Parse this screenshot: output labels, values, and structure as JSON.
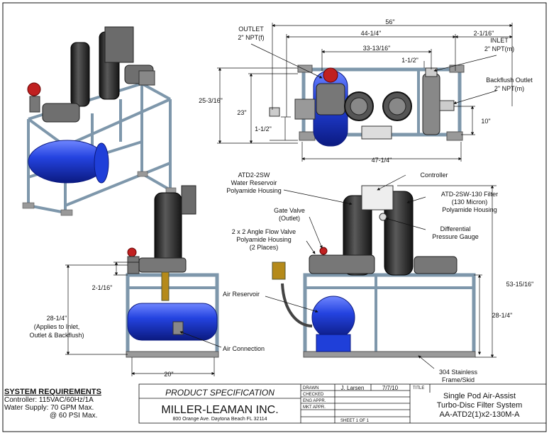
{
  "dimensions": {
    "top_overall": "56\"",
    "top_44": "44-1/4\"",
    "top_33": "33-13/16\"",
    "top_2116": "2-1/16\"",
    "top_112_a": "1-1/2\"",
    "left_25": "25-3/16\"",
    "left_23": "23\"",
    "left_112_b": "1-1/2\"",
    "right_10": "10\"",
    "bottom_47": "47-1/4\"",
    "side_2116": "2-1/16\"",
    "side_28": "28-1/4\"",
    "side_applies": [
      "(Applies to Inlet,",
      "Outlet & Backflush)"
    ],
    "side_20": "20\"",
    "front_53": "53-15/16\"",
    "front_28": "28-1/4\""
  },
  "callouts": {
    "outlet": [
      "OUTLET",
      "2\" NPT(f)"
    ],
    "inlet": [
      "INLET",
      "2\" NPT(m)"
    ],
    "backflush": [
      "Backflush Outlet",
      "2\" NPT(m)"
    ],
    "atd2sw": [
      "ATD2-2SW",
      "Water Reservoir",
      "Polyamide Housing"
    ],
    "controller": "Controller",
    "filter": [
      "ATD-2SW-130 Filter",
      "(130 Micron)",
      "Polyamide Housing"
    ],
    "gate_valve": [
      "Gate Valve",
      "(Outlet)"
    ],
    "angle_valve": [
      "2 x 2 Angle Flow Valve",
      "Polyamide Housing",
      "(2 Places)"
    ],
    "diff_gauge": [
      "Differential",
      "Pressure Gauge"
    ],
    "air_reservoir": "Air Reservoir",
    "air_connection": "Air Connection",
    "frame": [
      "304 Stainless",
      "Frame/Skid"
    ]
  },
  "system_requirements": {
    "title": "SYSTEM REQUIREMENTS",
    "lines": [
      "Controller: 115VAC/60Hz/1A",
      "Water Supply: 70 GPM Max.",
      "@ 60 PSI Max."
    ]
  },
  "title_block": {
    "product_spec": "PRODUCT SPECIFICATION",
    "company": "MILLER-LEAMAN INC.",
    "address": "800 Orange Ave. Daytona Beach FL 32114",
    "drawn_label": "DRAWN",
    "drawn_by": "J. Larsen",
    "drawn_date": "7/7/10",
    "checked_label": "CHECKED",
    "eng_label": "ENG APPR.",
    "mkt_label": "MKT APPR.",
    "sheet": "SHEET 1 OF 1",
    "title_label": "TITLE",
    "title": [
      "Single Pod Air-Assist",
      "Turbo-Disc Filter System",
      "AA-ATD2(1)x2-130M-A"
    ]
  },
  "colors": {
    "blue_tank": "#1f3fd9",
    "housing": "#2a2a2a",
    "frame": "#8ea6b8",
    "valve_red": "#c02020"
  }
}
